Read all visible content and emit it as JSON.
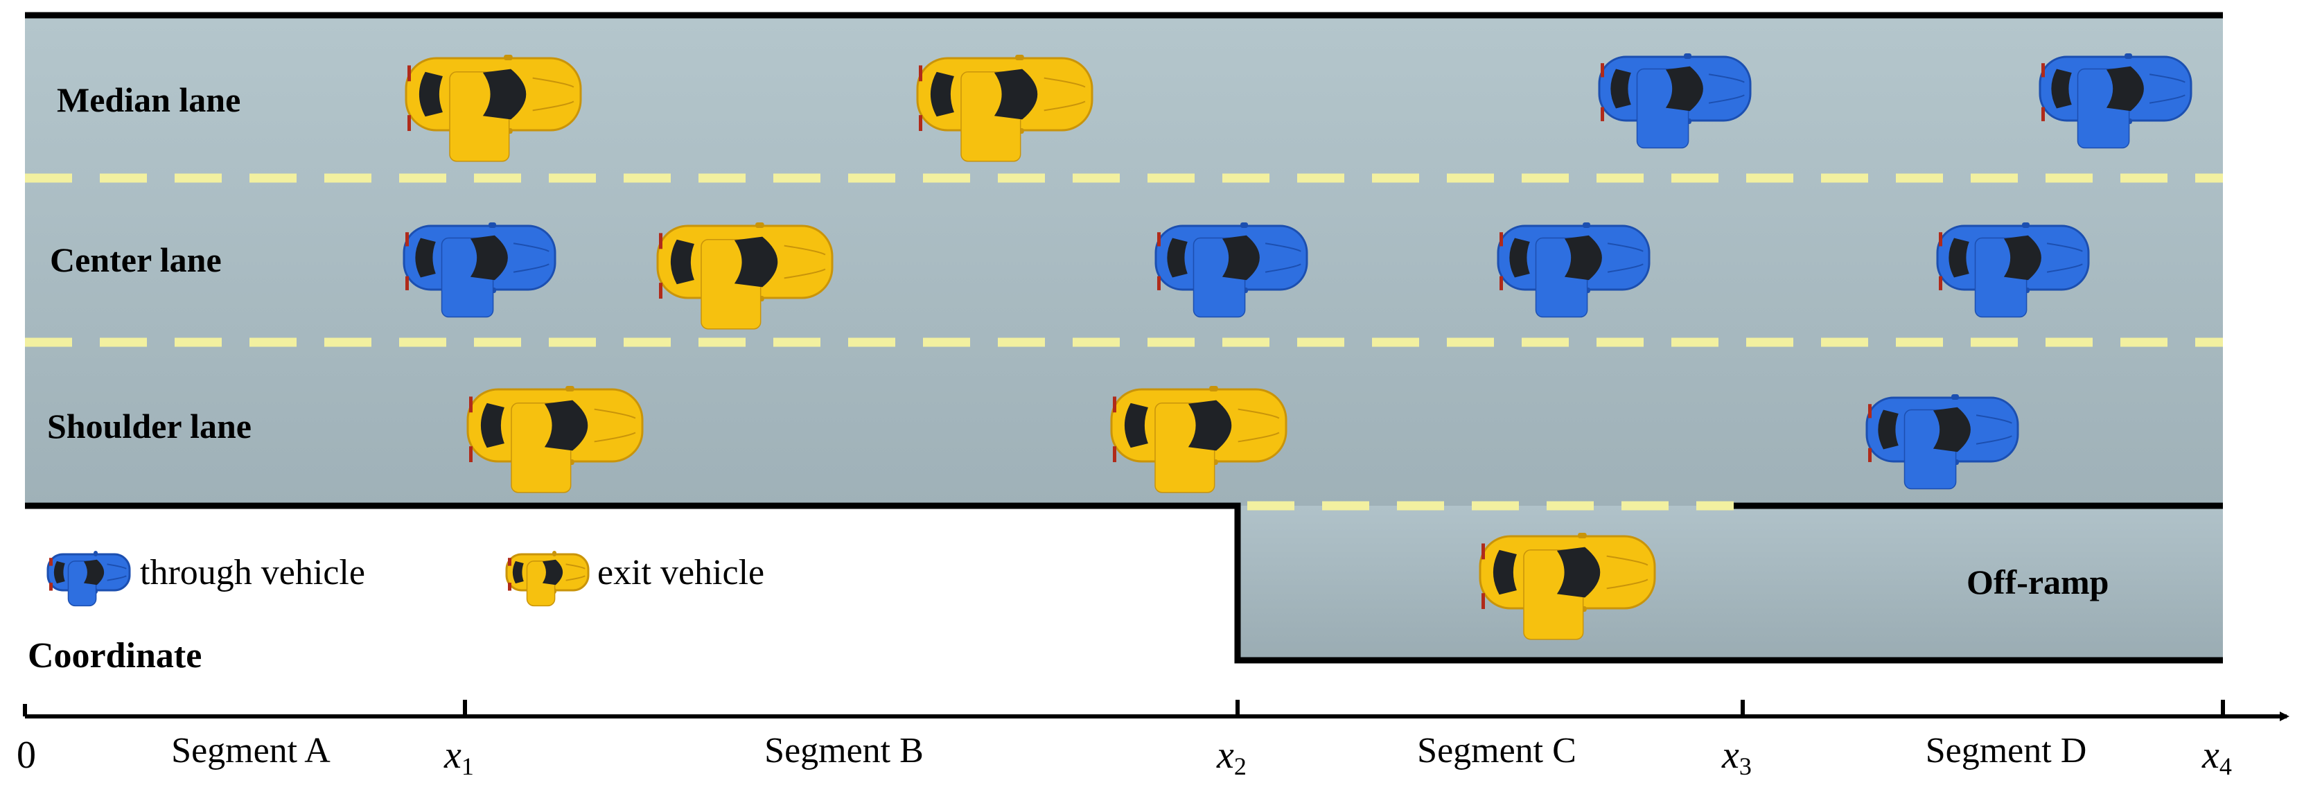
{
  "lanes": [
    {
      "label": "Median lane"
    },
    {
      "label": "Center lane"
    },
    {
      "label": "Shoulder lane"
    }
  ],
  "ramp": {
    "label": "Off-ramp"
  },
  "legend": {
    "through_label": "through vehicle",
    "exit_label": "exit vehicle"
  },
  "coordinate": {
    "title": "Coordinate",
    "origin": "0",
    "ticks": [
      {
        "var": "x",
        "sub": "1"
      },
      {
        "var": "x",
        "sub": "2"
      },
      {
        "var": "x",
        "sub": "3"
      },
      {
        "var": "x",
        "sub": "4"
      }
    ],
    "segments": [
      "Segment A",
      "Segment B",
      "Segment C",
      "Segment D"
    ]
  },
  "colors": {
    "road": "#a9bcc3",
    "road_dark": "#9eb0b7",
    "lane_marking": "#f2f0a0",
    "edge": "#000000",
    "through_vehicle": "#2e6fe0",
    "exit_vehicle": "#f6c10f",
    "windshield": "#1f2226"
  },
  "vehicles": [
    {
      "lane": "Median lane",
      "type": "exit"
    },
    {
      "lane": "Median lane",
      "type": "exit"
    },
    {
      "lane": "Median lane",
      "type": "through"
    },
    {
      "lane": "Median lane",
      "type": "through"
    },
    {
      "lane": "Center lane",
      "type": "through"
    },
    {
      "lane": "Center lane",
      "type": "exit"
    },
    {
      "lane": "Center lane",
      "type": "through"
    },
    {
      "lane": "Center lane",
      "type": "through"
    },
    {
      "lane": "Center lane",
      "type": "through"
    },
    {
      "lane": "Shoulder lane",
      "type": "exit"
    },
    {
      "lane": "Shoulder lane",
      "type": "exit"
    },
    {
      "lane": "Shoulder lane",
      "type": "through"
    },
    {
      "lane": "Off-ramp",
      "type": "exit"
    }
  ]
}
